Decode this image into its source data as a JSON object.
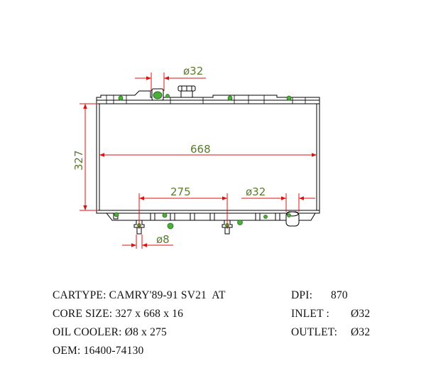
{
  "diagram": {
    "dim_top_inlet": "ø32",
    "dim_height": "327",
    "dim_width": "668",
    "dim_oil_cooler": "275",
    "dim_outlet": "ø32",
    "dim_oil_fitting": "ø8"
  },
  "specs": {
    "cartype": "CARTYPE: CAMRY'89-91 SV21  AT",
    "core_size": "CORE SIZE: 327 x 668 x 16",
    "oil_cooler": "OIL COOLER: Ø8 x 275",
    "oem": "OEM: 16400-74130",
    "dpi_label": "DPI:",
    "dpi_value": "870",
    "inlet_label": "INLET :",
    "inlet_value": "Ø32",
    "outlet_label": "OUTLET:",
    "outlet_value": "Ø32"
  },
  "colors": {
    "line": "#000000",
    "dimension": "#e01010",
    "dim_text": "#5a7a2a",
    "fitting": "#4caf3a"
  }
}
